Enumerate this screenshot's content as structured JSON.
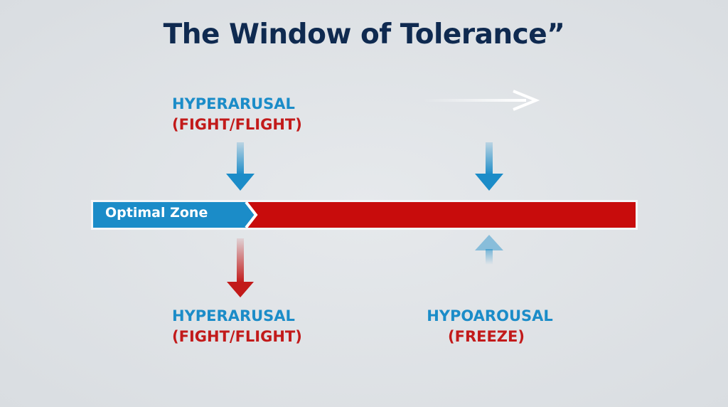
{
  "title": "The Window of Tolerance”",
  "top_label": {
    "line1": "HYPERARUSAL",
    "line2": "(FIGHT/FLIGHT)"
  },
  "bar": {
    "label": "Optimal Zone"
  },
  "bottom_left_label": {
    "line1": "HYPERARUSAL",
    "line2": "(FIGHT/FLIGHT)"
  },
  "bottom_right_label": {
    "line1": "HYPOAROUSAL",
    "line2": "(FREEZE)"
  },
  "colors": {
    "blue": "#1b8cc8",
    "red": "#c21a1a",
    "navy": "#0f2a50"
  }
}
